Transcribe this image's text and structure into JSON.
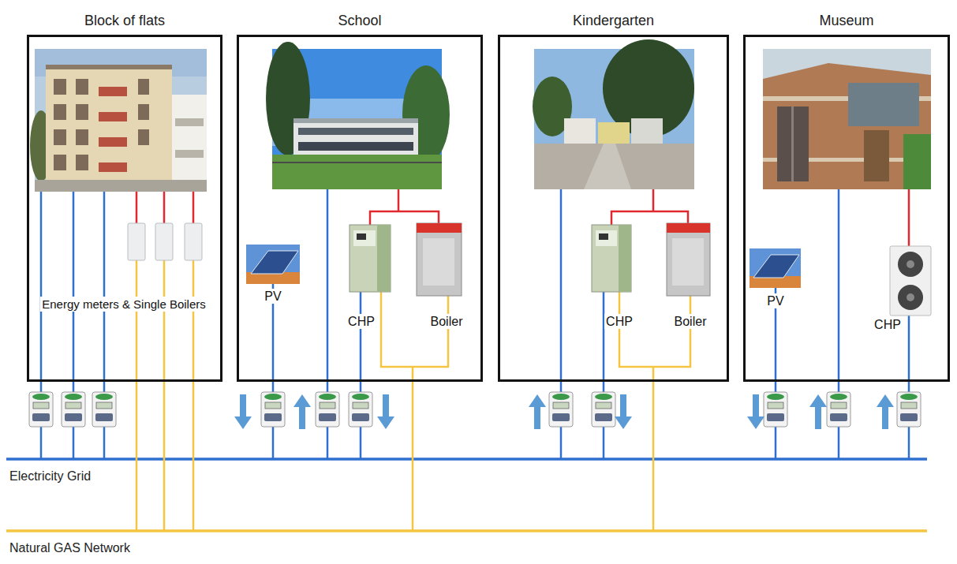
{
  "diagram": {
    "nodes": [
      {
        "text": [
          "Block of flats"
        ]
      },
      {
        "text": [
          "Energy meters & Single Boilers"
        ],
        "in": 0
      },
      {
        "text": [
          "School"
        ]
      },
      {
        "text": [
          "PV"
        ],
        "in": 2
      },
      {
        "text": [
          "CHP"
        ],
        "in": 2
      },
      {
        "text": [
          "Boiler"
        ],
        "in": 2
      },
      {
        "text": [
          "Kindergarten"
        ]
      },
      {
        "text": [
          "CHP"
        ],
        "in": 6
      },
      {
        "text": [
          "Boiler"
        ],
        "in": 6
      },
      {
        "text": [
          "Museum"
        ]
      },
      {
        "text": [
          "PV"
        ],
        "in": 9
      },
      {
        "text": [
          "CHP"
        ],
        "in": 9
      }
    ],
    "labels": [
      "Electricity Grid",
      "Natural GAS Network"
    ]
  }
}
